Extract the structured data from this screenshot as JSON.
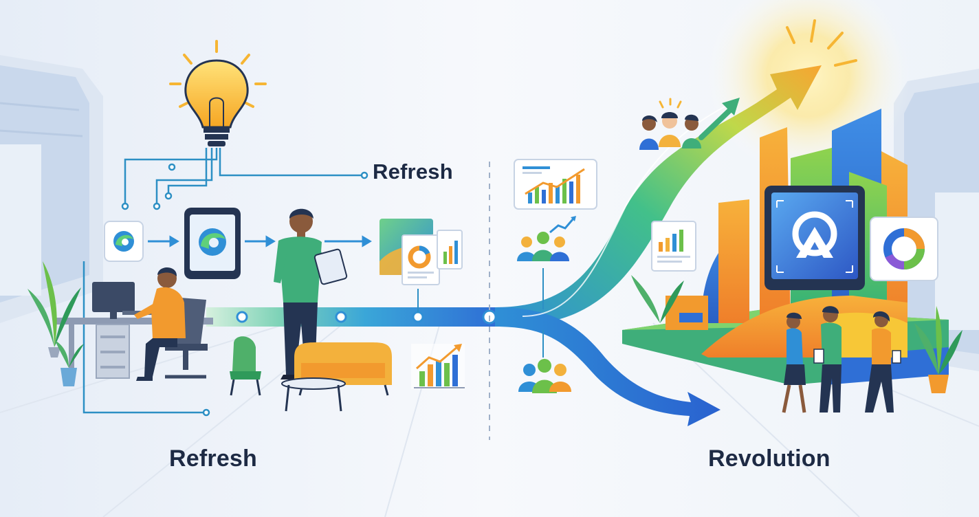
{
  "labels": {
    "refresh_top": "Refresh",
    "refresh_bottom": "Refresh",
    "revolution": "Revolution"
  },
  "colors": {
    "background": "#f3f6fb",
    "navy": "#1d2a44",
    "blue": "#2f6fd6",
    "teal": "#28b3a6",
    "green": "#6cc04a",
    "orange": "#f29a2e",
    "yellow": "#f7c737"
  },
  "icons": {
    "idea": "lightbulb-icon",
    "logo": "swirl-logo-icon",
    "device": "tablet-icon",
    "team": "people-group-icon",
    "growth": "trend-up-chart-icon",
    "platform": "ai-monitor-icon",
    "donut": "donut-chart-icon"
  }
}
